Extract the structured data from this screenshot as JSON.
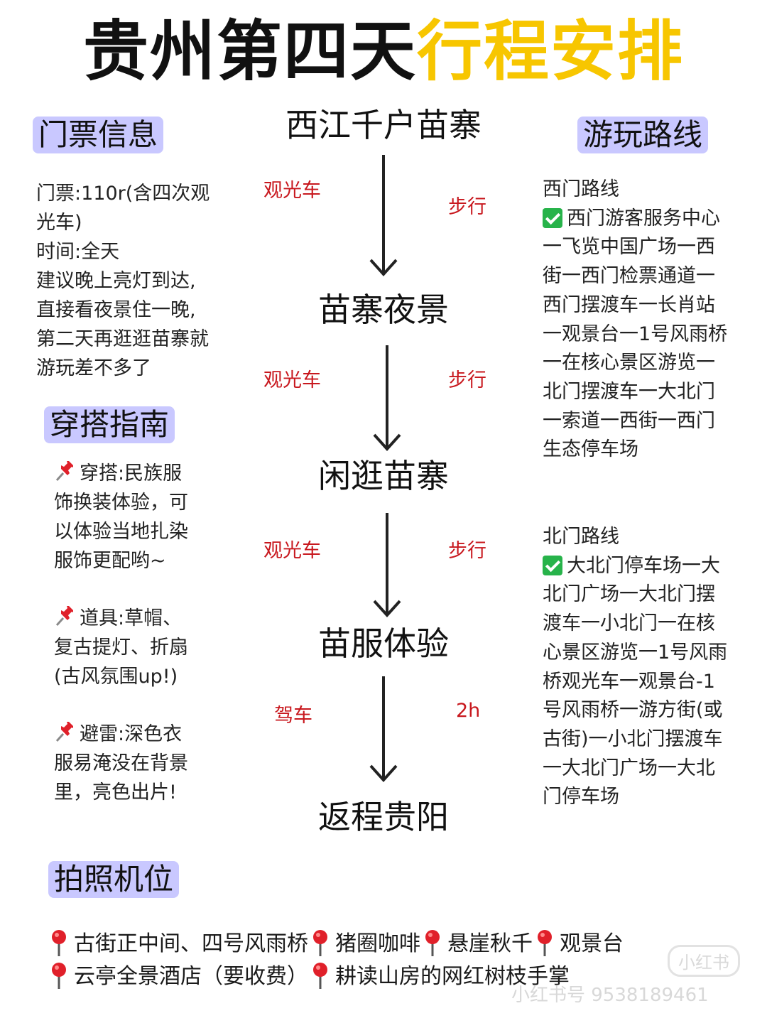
{
  "title": {
    "part1": "贵州第四天",
    "part2": "行程安排"
  },
  "colors": {
    "accent_yellow": "#f7c600",
    "tag_bg": "#c9c8ff",
    "label_red": "#c8181e",
    "check_green": "#27b34a",
    "pin_red": "#e0202a"
  },
  "ticket": {
    "tag": "门票信息",
    "lines": [
      "门票:110r(含四次观",
      "光车)",
      "时间:全天",
      "建议晚上亮灯到达,",
      "直接看夜景住一晚,",
      "第二天再逛逛苗寨就",
      "游玩差不多了"
    ]
  },
  "outfit": {
    "tag": "穿搭指南",
    "icon": "pushpin-icon",
    "blocks": [
      {
        "lines": [
          "穿搭:民族服",
          "饰换装体验，可",
          "以体验当地扎染",
          "服饰更配哟~"
        ]
      },
      {
        "lines": [
          "道具:草帽、",
          "复古提灯、折扇",
          "(古风氛围up!)"
        ]
      },
      {
        "lines": [
          "避雷:深色衣",
          "服易淹没在背景",
          "里，亮色出片!"
        ]
      }
    ]
  },
  "flow": {
    "stages": [
      "西江千户苗寨",
      "苗寨夜景",
      "闲逛苗寨",
      "苗服体验",
      "返程贵阳"
    ],
    "legs": [
      {
        "left": "观光车",
        "right": "步行"
      },
      {
        "left": "观光车",
        "right": "步行"
      },
      {
        "left": "观光车",
        "right": "步行"
      },
      {
        "left": "驾车",
        "right": "2h"
      }
    ]
  },
  "routes": {
    "tag": "游玩路线",
    "west": {
      "name": "西门路线",
      "first": "西门游客服务中心",
      "lines": [
        "一飞览中国广场一西",
        "街一西门检票通道一",
        "西门摆渡车一长肖站",
        "一观景台一1号风雨桥",
        "一在核心景区游览一",
        "北门摆渡车一大北门",
        "一索道一西街一西门",
        "生态停车场"
      ]
    },
    "north": {
      "name": "北门路线",
      "first": "大北门停车场一大",
      "lines": [
        "北门广场一大北门摆",
        "渡车一小北门一在核",
        "心景区游览一1号风雨",
        "桥观光车一观景台-1",
        "号风雨桥一游方街(或",
        "古街)一小北门摆渡车",
        "一大北门广场一大北",
        "门停车场"
      ]
    }
  },
  "photo": {
    "tag": "拍照机位",
    "icon": "location-pin-icon",
    "row1": [
      "古街正中间、四号风雨桥",
      "猪圈咖啡",
      "悬崖秋千",
      "观景台"
    ],
    "row2": [
      "云亭全景酒店（要收费）",
      "耕读山房的网红树枝手掌"
    ]
  },
  "watermark": {
    "badge": "小红书",
    "id": "小红书号 9538189461"
  }
}
